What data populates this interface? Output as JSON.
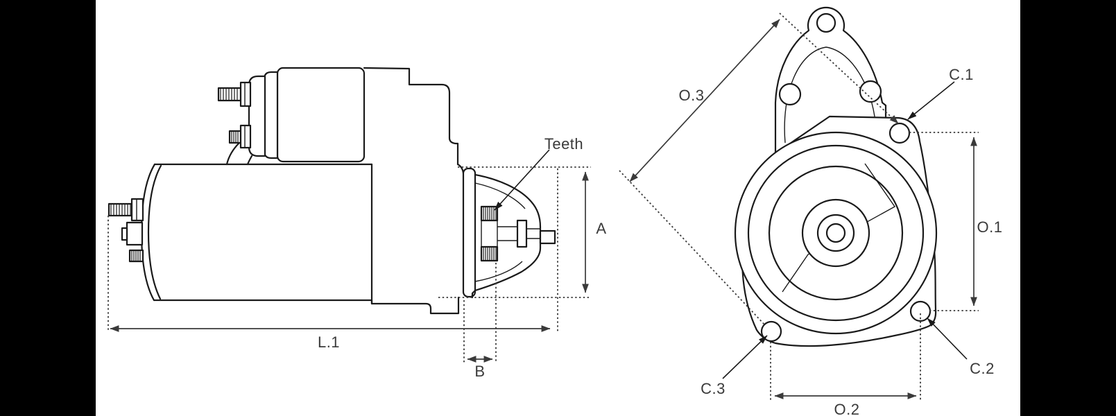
{
  "page": {
    "type": "technical-dimension-diagram",
    "subject": "starter motor two-view outline drawing",
    "background_color": "#ffffff",
    "letterbox_color": "#000000",
    "outline_color": "#1a1a1a",
    "dimension_color": "#3a3a3a"
  },
  "side_view": {
    "labels": {
      "teeth": "Teeth",
      "a": "A",
      "b": "B",
      "l1": "L.1"
    }
  },
  "front_view": {
    "labels": {
      "o1": "O.1",
      "o2": "O.2",
      "o3": "O.3",
      "c1": "C.1",
      "c2": "C.2",
      "c3": "C.3"
    }
  }
}
